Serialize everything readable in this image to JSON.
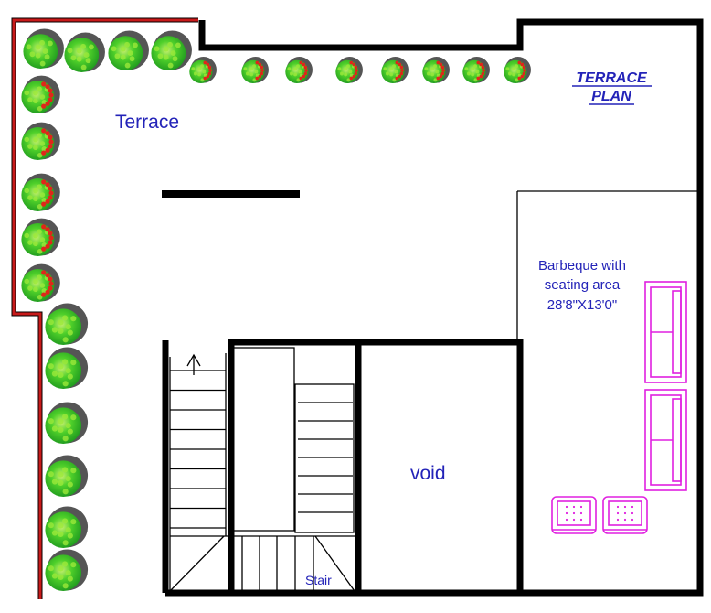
{
  "title": {
    "line1": "TERRACE",
    "line2": "PLAN"
  },
  "rooms": {
    "terrace": "Terrace",
    "void": "void",
    "stair": "Stair",
    "barbeque": {
      "line1": "Barbeque with",
      "line2": "seating area",
      "line3": "28'8\"X13'0\""
    }
  },
  "colors": {
    "label": "#2323b8",
    "parapet": "#c81a1a",
    "furniture": "#e020e0",
    "wall": "#000000",
    "plant_shadow": "#555555",
    "plant_leaf": "#3cc41c",
    "plant_flower": "#e0261a"
  },
  "icons": {
    "plant": "potted-plant-icon",
    "sofa": "sofa-icon",
    "armchair": "armchair-icon",
    "arrow": "stair-up-arrow-icon"
  }
}
